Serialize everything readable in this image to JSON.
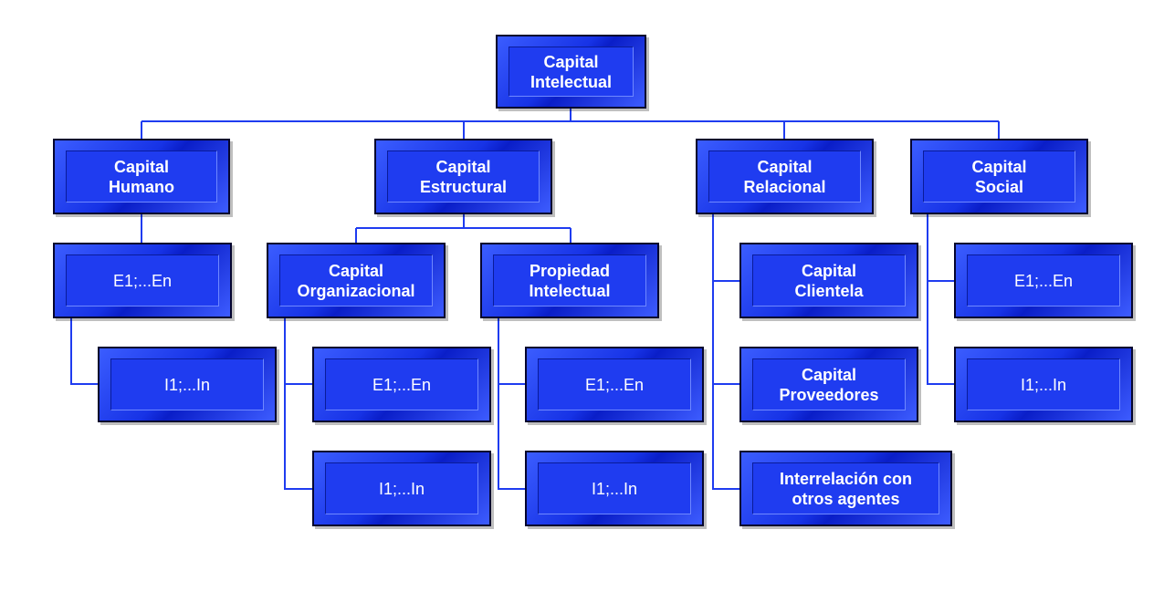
{
  "diagram": {
    "root": {
      "label": "Capital\nIntelectual"
    },
    "branches": {
      "humano": {
        "label": "Capital\nHumano",
        "children": [
          "E1;...En",
          "I1;...In"
        ]
      },
      "estructural": {
        "label": "Capital\nEstructural",
        "organizacional": {
          "label": "Capital\nOrganizacional",
          "children": [
            "E1;...En",
            "I1;...In"
          ]
        },
        "propiedad": {
          "label": "Propiedad\nIntelectual",
          "children": [
            "E1;...En",
            "I1;...In"
          ]
        }
      },
      "relacional": {
        "label": "Capital\nRelacional",
        "children": [
          "Capital\nClientela",
          "Capital\nProveedores",
          "Interrelación con\notros agentes"
        ]
      },
      "social": {
        "label": "Capital\nSocial",
        "children": [
          "E1;...En",
          "I1;...In"
        ]
      }
    }
  },
  "colors": {
    "box_fill": "#1f3cf0",
    "box_border": "#05052e",
    "connector": "#1f3cf0",
    "text": "#ffffff"
  }
}
